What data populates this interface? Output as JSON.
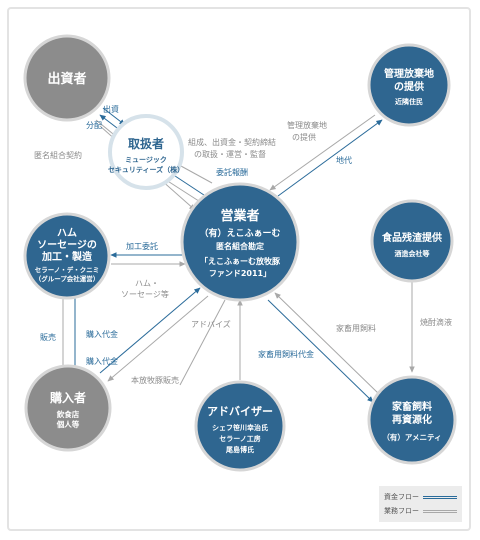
{
  "nodes": {
    "investor": {
      "title": "出資者",
      "color": "#8c8c8c"
    },
    "handler": {
      "title": "取扱者",
      "sub1": "ミュージック",
      "sub2": "セキュリティーズ（株）",
      "color": "#ffffff"
    },
    "pasture": {
      "title1": "管理放棄地",
      "title2": "の提供",
      "sub": "近隣住民",
      "color": "#2f6690"
    },
    "operator": {
      "title": "営業者",
      "line1": "（有）えこふぁーむ",
      "line2": "匿名組合勘定",
      "line3": "「えこふぁーむ放牧豚",
      "line4": "ファンド2011」",
      "color": "#2f6690"
    },
    "ham": {
      "title1": "ハム",
      "title2": "ソーセージの",
      "title3": "加工・製造",
      "sub1": "セラーノ・デ・クニミ",
      "sub2": "（グループ会社運営）",
      "color": "#2f6690"
    },
    "food": {
      "title": "食品残渣提供",
      "sub": "酒造会社等",
      "color": "#2f6690"
    },
    "buyer": {
      "title": "購入者",
      "sub1": "飲食店",
      "sub2": "個人等",
      "color": "#8c8c8c"
    },
    "advisor": {
      "title": "アドバイザー",
      "sub1": "シェフ笹川幸治氏",
      "sub2": "セラーノ工房",
      "sub3": "尾島博氏",
      "color": "#2f6690"
    },
    "feed": {
      "title1": "家畜飼料",
      "title2": "再資源化",
      "sub": "（有）アメニティ",
      "color": "#2f6690"
    }
  },
  "labels": {
    "shusshi": "出資",
    "bunpai": "分配",
    "tokumei": "匿名組合契約",
    "kumisei1": "組成、出資金・契約締結",
    "kumisei2": "の取扱・運営・監督",
    "itaku": "委託報酬",
    "kanri1": "管理放棄地",
    "kanri2": "の提供",
    "chidai": "地代",
    "kakou": "加工委託",
    "ham1": "ハム・",
    "ham2": "ソーセージ等",
    "shochu": "焼酎滴液",
    "advice": "アドバイズ",
    "kachiku": "家畜用飼料",
    "kachikudai": "家畜用飼料代金",
    "hanbai": "販売",
    "konyu1": "購入代金",
    "konyu2": "購入代金",
    "honhoboku": "本放牧豚販売"
  },
  "legend": {
    "money": "資金フロー",
    "business": "業務フロー"
  },
  "colors": {
    "money_flow": "#2a6b9a",
    "business_flow": "#a8a8a8"
  }
}
